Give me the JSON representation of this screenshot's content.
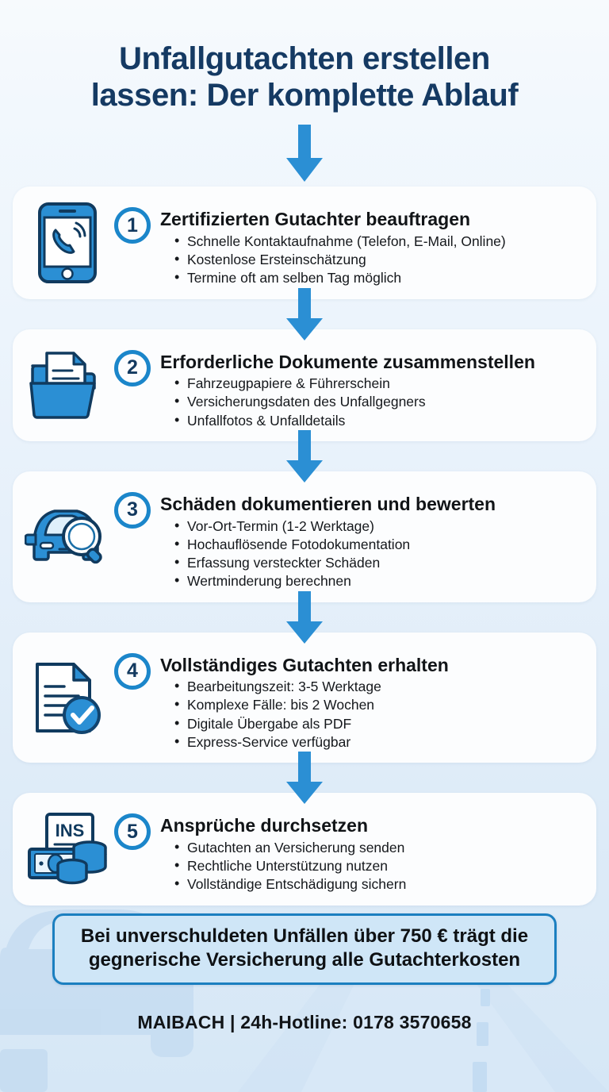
{
  "meta": {
    "brand_accent": "#1b86ca",
    "title_color": "#153a63",
    "callout_fill": "#cfe6f7",
    "callout_border": "#1b7fc0",
    "card_bg": "#fcfdfe",
    "page_bg": "#e8f1fb"
  },
  "header": {
    "title_line1": "Unfallgutachten erstellen",
    "title_line2": "lassen: Der komplette Ablauf"
  },
  "arrows": {
    "top_label": "down-arrow",
    "between_label": "down-arrow"
  },
  "steps": [
    {
      "number": "1",
      "icon": "smartphone-call-icon",
      "title": "Zertifizierten Gutachter beauftragen",
      "bullets": [
        "Schnelle Kontaktaufnahme (Telefon, E-Mail, Online)",
        "Kostenlose Ersteinschätzung",
        "Termine oft am selben Tag möglich"
      ]
    },
    {
      "number": "2",
      "icon": "folder-document-icon",
      "title": "Erforderliche Dokumente zusammenstellen",
      "bullets": [
        "Fahrzeugpapiere & Führerschein",
        "Versicherungsdaten des Unfallgegners",
        "Unfallfotos & Unfalldetails"
      ]
    },
    {
      "number": "3",
      "icon": "car-magnifier-icon",
      "title": "Schäden dokumentieren und bewerten",
      "bullets": [
        "Vor-Ort-Termin (1-2 Werktage)",
        "Hochauflösende Fotodokumentation",
        "Erfassung versteckter Schäden",
        "Wertminderung berechnen"
      ]
    },
    {
      "number": "4",
      "icon": "document-check-icon",
      "title": "Vollständiges Gutachten erhalten",
      "bullets": [
        "Bearbeitungszeit: 3-5 Werktage",
        "Komplexe Fälle: bis 2 Wochen",
        "Digitale Übergabe als PDF",
        "Express-Service verfügbar"
      ]
    },
    {
      "number": "5",
      "icon": "insurance-money-icon",
      "title": "Ansprüche durchsetzen",
      "bullets": [
        "Gutachten an Versicherung senden",
        "Rechtliche Unterstützung nutzen",
        "Vollständige Entschädigung sichern"
      ]
    }
  ],
  "icon_labels": {
    "ins_document": "INS"
  },
  "callout": {
    "line1": "Bei unverschuldeten Unfällen über 750 € trägt die",
    "line2": "gegnerische Versicherung alle Gutachterkosten"
  },
  "footer": {
    "text": "MAIBACH | 24h-Hotline: 0178 3570658"
  }
}
